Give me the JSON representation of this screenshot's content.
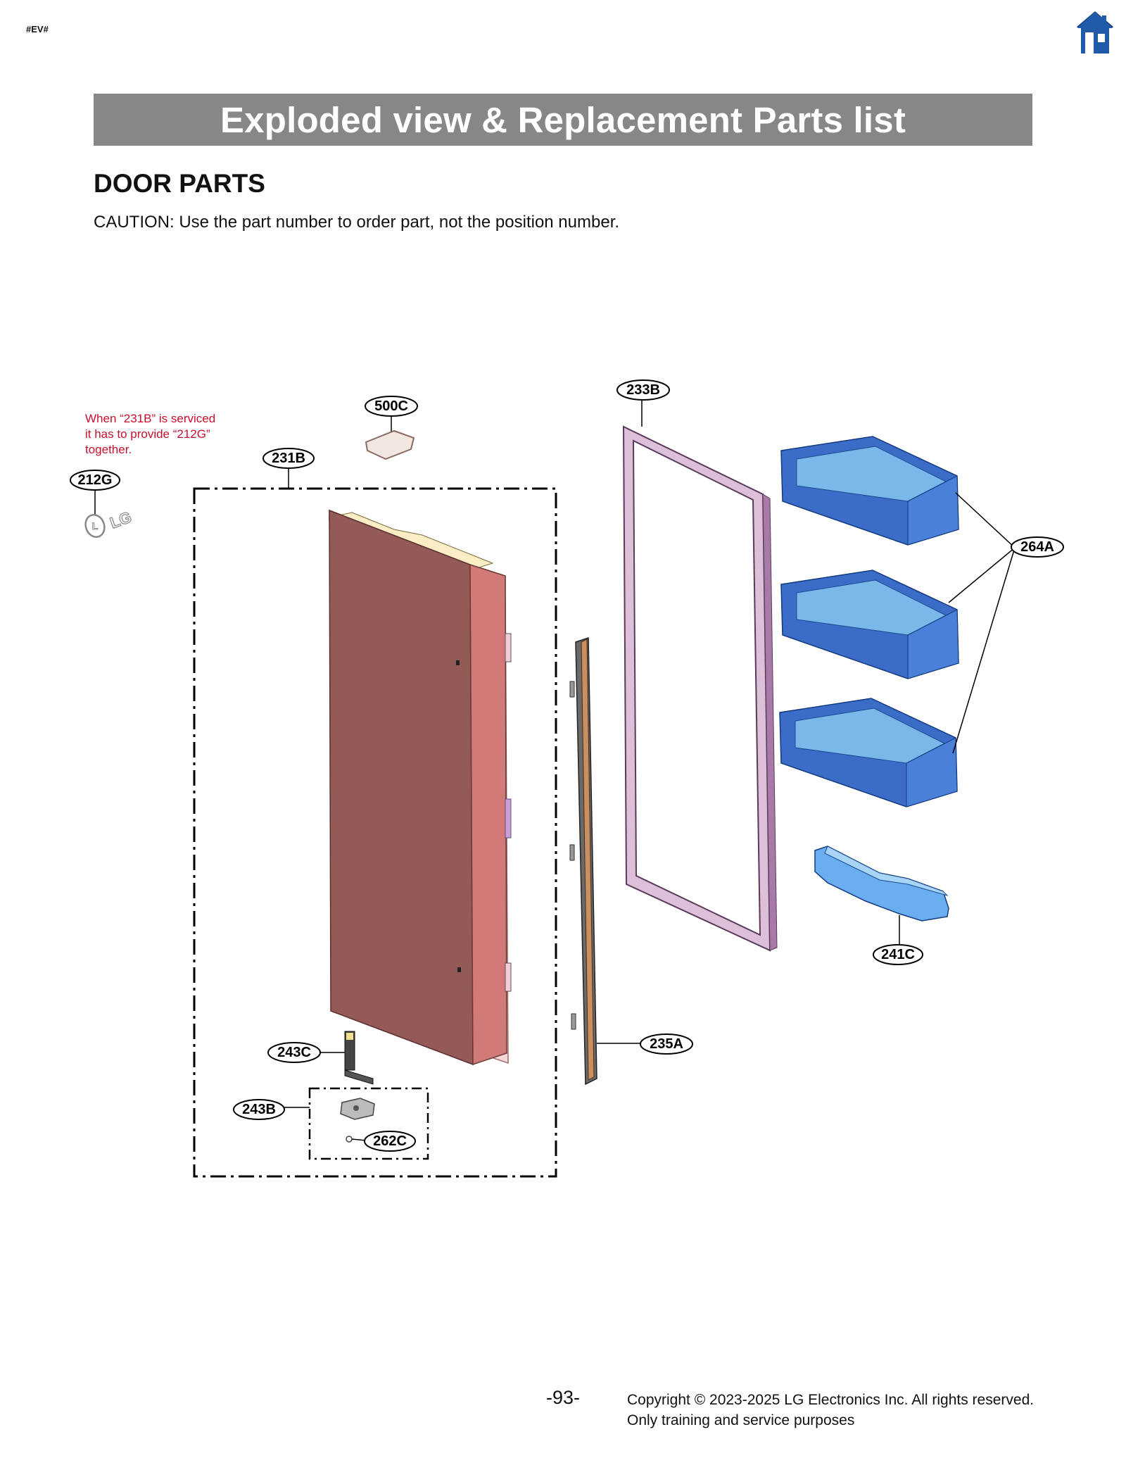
{
  "header": {
    "tag": "#EV#",
    "home_icon": "home-icon"
  },
  "banner": {
    "title": "Exploded view & Replacement Parts list",
    "color": "#878787"
  },
  "section": {
    "title": "DOOR PARTS",
    "caution": "CAUTION: Use the part number to order part, not the position number."
  },
  "diagram": {
    "note_lines": [
      "When “231B” is serviced",
      "it has to provide “212G”",
      "together."
    ],
    "note_color": "#c8102e",
    "logo_text": "LG",
    "callouts": {
      "c212G": "212G",
      "c231B": "231B",
      "c500C": "500C",
      "c233B": "233B",
      "c264A": "264A",
      "c241C": "241C",
      "c235A": "235A",
      "c243C": "243C",
      "c243B": "243B",
      "c262C": "262C"
    }
  },
  "footer": {
    "page_number": "-93-",
    "copyright_line1": "Copyright © 2023-2025 LG Electronics Inc. All rights reserved.",
    "copyright_line2": "Only training and service purposes"
  }
}
